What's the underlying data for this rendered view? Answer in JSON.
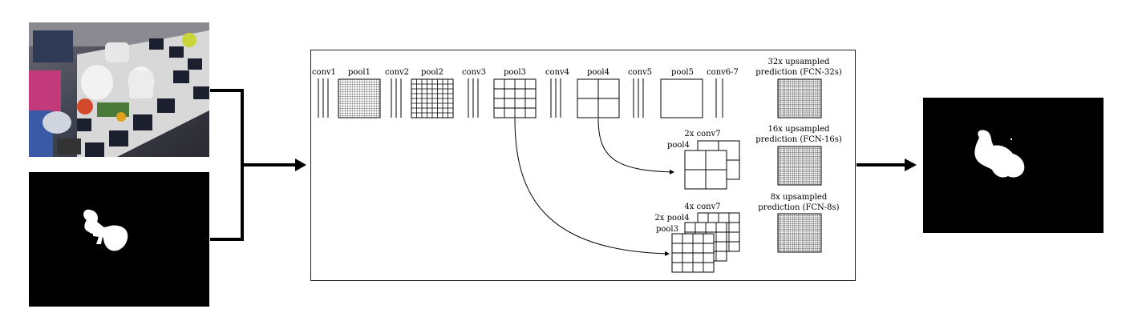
{
  "colors": {
    "line": "#000000",
    "grid": "#222222",
    "mask_fg": "#ffffff",
    "mask_bg": "#000000",
    "frame": "#222222"
  },
  "images": {
    "photo": "cluttered-tabletop-rgb-photo",
    "input_mask": "object-mask-input",
    "output_mask": "predicted-mask-output"
  },
  "diagram": {
    "layers": [
      {
        "label": "conv1"
      },
      {
        "label": "pool1"
      },
      {
        "label": "conv2"
      },
      {
        "label": "pool2"
      },
      {
        "label": "conv3"
      },
      {
        "label": "pool3"
      },
      {
        "label": "conv4"
      },
      {
        "label": "pool4"
      },
      {
        "label": "conv5"
      },
      {
        "label": "pool5"
      },
      {
        "label": "conv6-7"
      }
    ],
    "heads": [
      {
        "line1": "32x upsampled",
        "line2": "prediction (FCN-32s)"
      },
      {
        "line1": "16x upsampled",
        "line2": "prediction (FCN-16s)"
      },
      {
        "line1": "8x upsampled",
        "line2": "prediction (FCN-8s)"
      }
    ],
    "stack16": {
      "top": "2x conv7",
      "side": "pool4"
    },
    "stack8": {
      "top": "4x conv7",
      "side1": "2x pool4",
      "side2": "pool3"
    }
  }
}
